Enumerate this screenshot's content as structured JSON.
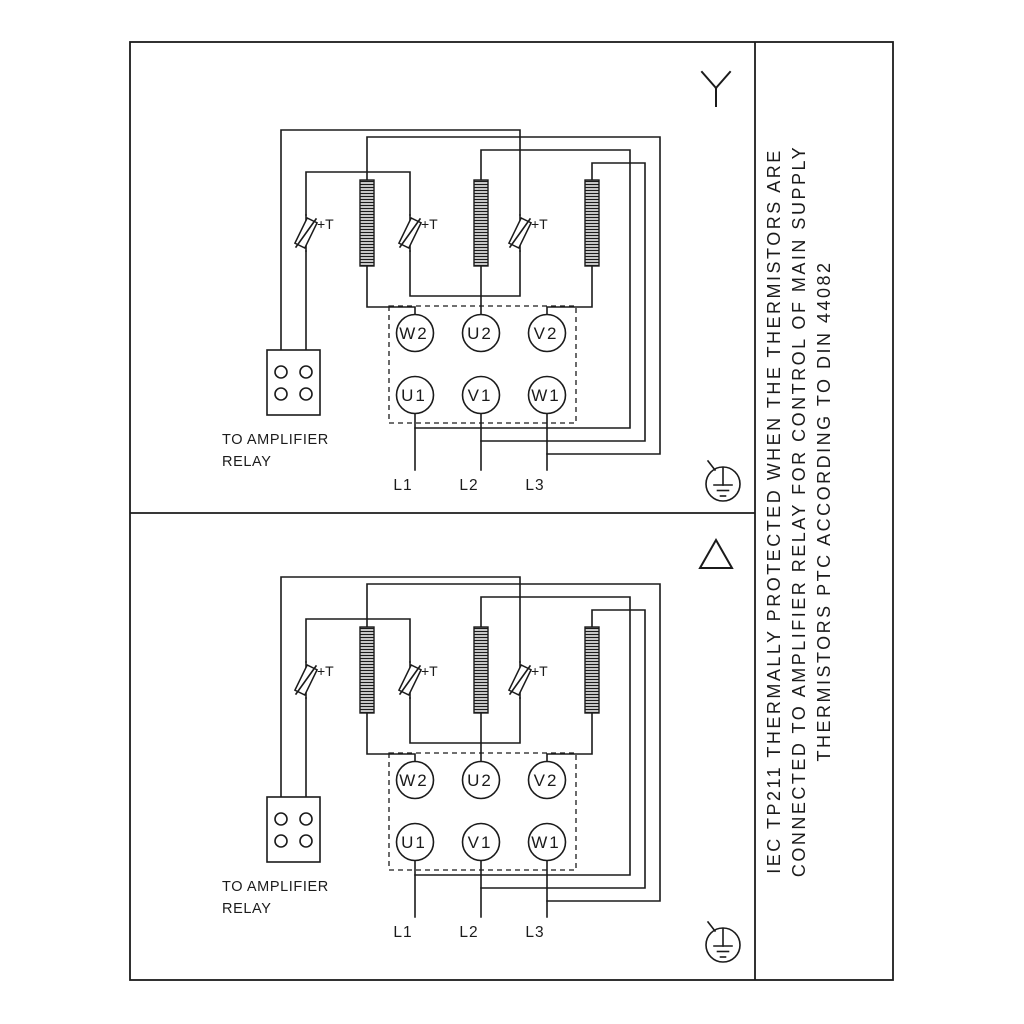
{
  "colors": {
    "ink": "#1b1b1b",
    "background": "#ffffff"
  },
  "side_note": {
    "lines": [
      "IEC TP211 THERMALLY PROTECTED WHEN THE THERMISTORS ARE",
      "CONNECTED TO AMPLIFIER RELAY FOR CONTROL OF MAIN SUPPLY",
      "THERMISTORS PTC ACCORDING TO DIN 44082"
    ]
  },
  "sections": {
    "top": {
      "connection_symbol": "star-wye"
    },
    "bottom": {
      "connection_symbol": "delta"
    }
  },
  "circuit": {
    "thermistor_label": "+T",
    "relay_caption_line1": "TO AMPLIFIER",
    "relay_caption_line2": "RELAY",
    "terminals_top_row": [
      "W2",
      "U2",
      "V2"
    ],
    "terminals_bottom_row": [
      "U1",
      "V1",
      "W1"
    ],
    "supply_lines": [
      "L1",
      "L2",
      "L3"
    ]
  }
}
